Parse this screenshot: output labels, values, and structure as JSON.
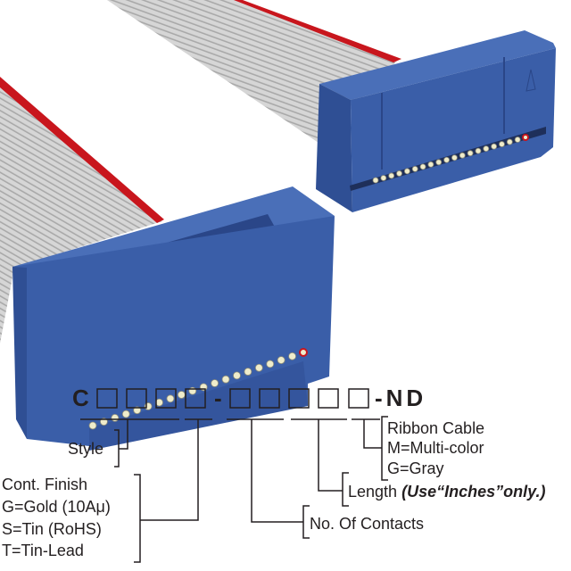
{
  "product": {
    "cable_colors": {
      "gray": "#c9c9c9",
      "stripe": "#c8161d",
      "connector_blue": "#3a5ea8",
      "pin": "#efeccb"
    },
    "pin_count_visible": 20
  },
  "part_number": {
    "prefix": "C",
    "dash1": "-",
    "suffix": "-ND"
  },
  "legend": {
    "style": "Style",
    "cont_finish": {
      "title": "Cont. Finish",
      "options": [
        "G=Gold (10Aμ)",
        "S=Tin (RoHS)",
        "T=Tin-Lead"
      ]
    },
    "contacts": "No. Of Contacts",
    "length": {
      "label": "Length",
      "note": "(Use“Inches”only.)"
    },
    "ribbon": {
      "title": "Ribbon Cable",
      "options": [
        "M=Multi-color",
        "G=Gray"
      ]
    }
  }
}
